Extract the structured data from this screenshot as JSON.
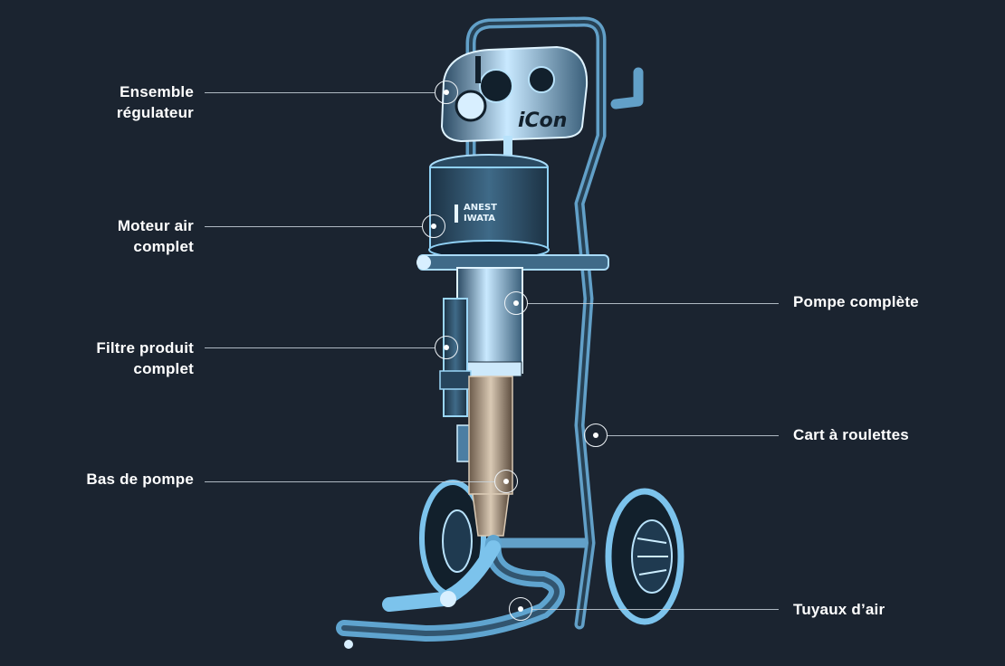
{
  "colors": {
    "background": "#1b2430",
    "line": "#c9d3dc",
    "machine_glow": "#8fd6ff",
    "machine_dark": "#0f1a24"
  },
  "callouts": [
    {
      "id": "regulator",
      "lines": [
        "Ensemble",
        "régulateur"
      ]
    },
    {
      "id": "air-motor",
      "lines": [
        "Moteur air",
        "complet"
      ]
    },
    {
      "id": "filter",
      "lines": [
        "Filtre produit",
        "complet"
      ]
    },
    {
      "id": "lower-pump",
      "lines": [
        "Bas de pompe"
      ]
    },
    {
      "id": "pump",
      "lines": [
        "Pompe complète"
      ]
    },
    {
      "id": "cart",
      "lines": [
        "Cart à roulettes"
      ]
    },
    {
      "id": "air-hoses",
      "lines": [
        "Tuyaux d’air"
      ]
    }
  ],
  "branding": {
    "model": "iCon",
    "brand_line1": "ANEST",
    "brand_line2": "IWATA"
  }
}
